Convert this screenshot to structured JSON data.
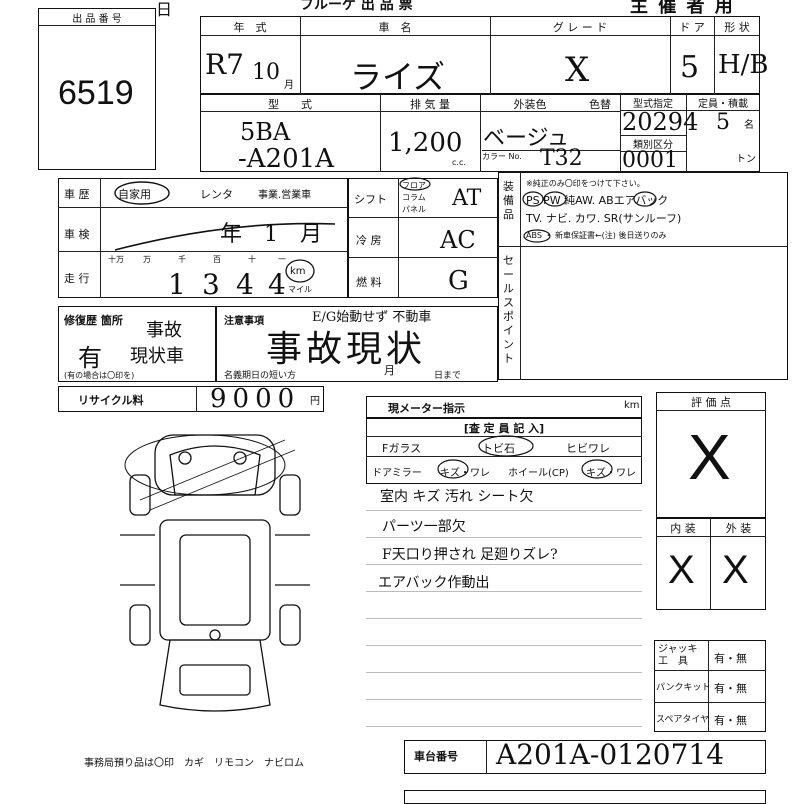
{
  "header": {
    "title_text": "ブルーゲ 出 品 票",
    "sponsor": "主 催 者 用",
    "left_char": "日"
  },
  "lot": {
    "label": "出 品 番 号",
    "number": "6519"
  },
  "top_headers": {
    "year": "年　式",
    "car_name": "車　名",
    "grade": "グ レ ー ド",
    "doors": "ド ア",
    "shape": "形 状"
  },
  "top_values": {
    "year": "R7",
    "month": "10",
    "month_unit": "月",
    "car_name": "ライズ",
    "grade": "X",
    "doors": "5",
    "shape": "H/B"
  },
  "row2_headers": {
    "model": "型　　式",
    "displacement": "排 気 量",
    "exterior": "外装色",
    "color_no": "色替",
    "type_designation": "型式指定",
    "capacity": "定員・積載",
    "class_code": "類別区分",
    "color_code_label": "カラー No.",
    "cc_unit": "c.c.",
    "capacity_unit": "名",
    "load_unit": "トン"
  },
  "row2_values": {
    "model_line1": "5BA",
    "model_line2": "-A201A",
    "displacement": "1,200",
    "exterior": "ベージュ",
    "color_code": "T32",
    "type_designation": "20294",
    "capacity": "5",
    "class_code": "0001"
  },
  "history": {
    "label_history": "車 歴",
    "opt_private": "自家用",
    "opt_rental": "レンタ",
    "opt_business": "事業.営業車",
    "label_inspection": "車 検",
    "inspection_value": "年　1　月",
    "label_mileage": "走 行",
    "digit_labels": [
      "十万",
      "万",
      "千",
      "百",
      "十",
      "一"
    ],
    "mileage_digits": [
      "",
      "1",
      "3",
      "4",
      "4",
      ""
    ],
    "unit_km": "km",
    "unit_mile": "マイル"
  },
  "specs": {
    "shift_label": "シフト",
    "shift_opts": [
      "フロア",
      "コラム",
      "パネル"
    ],
    "shift_value": "AT",
    "ac_label": "冷 房",
    "ac_value": "AC",
    "fuel_label": "燃 料",
    "fuel_value": "G"
  },
  "equipment": {
    "label": "装備品",
    "line1": "※純正のみ〇印をつけて下さい。",
    "line2": "PS  PW  純AW.  ABエアバック",
    "line3": "TV. ナビ. カワ. SR(サンルーフ)",
    "line4": "ABS ・ 新車保証書←(注) 後日送りのみ",
    "sales_point": "セールスポイント"
  },
  "repair": {
    "label": "修復歴 箇所",
    "value": "有",
    "note1": "事故",
    "note2": "現状車",
    "hint": "(有の場合は〇印を)"
  },
  "notes": {
    "label": "注意事項",
    "handwritten_top": "E/G始動せず 不動車",
    "main": "事故現状",
    "deadline_label": "名義期日の短い方",
    "month": "月",
    "day": "日まで"
  },
  "recycle": {
    "label": "リサイクル料",
    "value": "9000",
    "unit": "円"
  },
  "meter": {
    "label": "現メーター指示",
    "unit": "km"
  },
  "inspector": {
    "header": "[査 定 員 記 入]",
    "f_glass": "Fガラス",
    "tobi_ishi": "トビ石",
    "hibi_wore": "ヒビワレ",
    "door_mirror": "ドアミラー",
    "kizu_wore": "キズ・ワレ",
    "wheel": "ホイール(CP)",
    "kizu_wore2": "キズ・ワレ",
    "comments": [
      "室内 キズ 汚れ シート欠",
      "パーツ一部欠",
      "F天口り押され 足廻りズレ?",
      "エアバック作動出"
    ]
  },
  "rating": {
    "label": "評 価 点",
    "value": "X",
    "interior_label": "内 装",
    "exterior_label": "外 装",
    "interior_value": "X",
    "exterior_value": "X"
  },
  "tools": {
    "jack_label": "ジャッキ 工　具",
    "jack_value": "有・無",
    "puncture_label": "パンクキット",
    "puncture_value": "有・無",
    "spare_label": "スペアタイヤ",
    "spare_value": "有・無"
  },
  "footer": {
    "items_note": "事務局預り品は〇印　カギ　リモコン　ナビロム",
    "chassis_label": "車台番号",
    "chassis_value": "A201A-0120714"
  }
}
